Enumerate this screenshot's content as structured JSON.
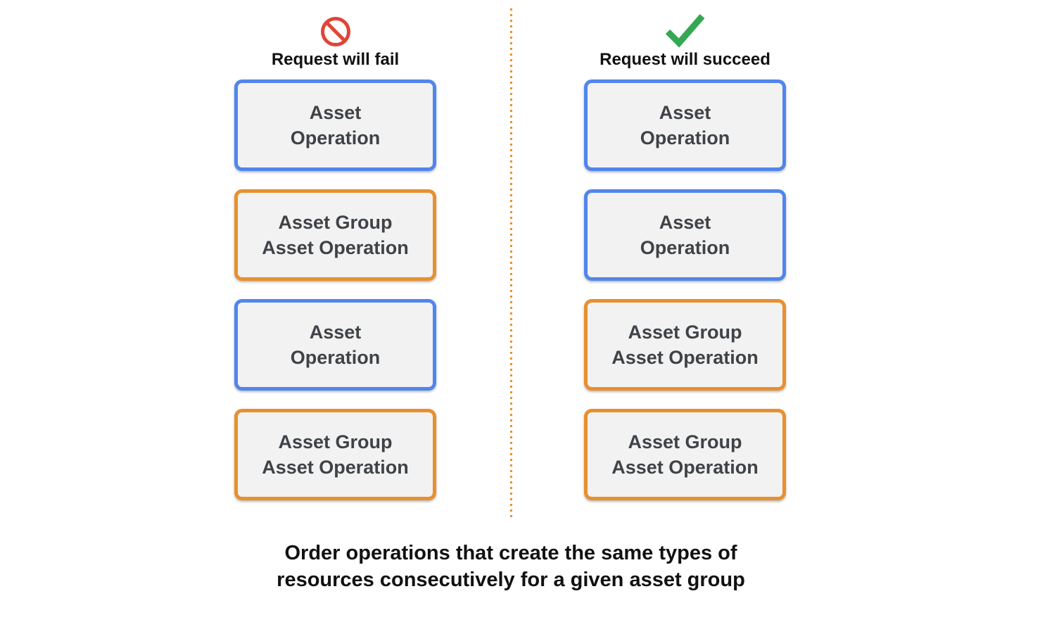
{
  "columns": {
    "fail": {
      "header": "Request will fail",
      "icon": "prohibited-icon",
      "boxes": [
        {
          "label": "Asset\nOperation",
          "type": "asset-operation",
          "border_color": "#5086EC"
        },
        {
          "label": "Asset Group\nAsset Operation",
          "type": "asset-group-asset-operation",
          "border_color": "#E8902E"
        },
        {
          "label": "Asset\nOperation",
          "type": "asset-operation",
          "border_color": "#5086EC"
        },
        {
          "label": "Asset Group\nAsset Operation",
          "type": "asset-group-asset-operation",
          "border_color": "#E8902E"
        }
      ]
    },
    "succeed": {
      "header": "Request will succeed",
      "icon": "checkmark-icon",
      "boxes": [
        {
          "label": "Asset\nOperation",
          "type": "asset-operation",
          "border_color": "#5086EC"
        },
        {
          "label": "Asset\nOperation",
          "type": "asset-operation",
          "border_color": "#5086EC"
        },
        {
          "label": "Asset Group\nAsset Operation",
          "type": "asset-group-asset-operation",
          "border_color": "#E8902E"
        },
        {
          "label": "Asset Group\nAsset Operation",
          "type": "asset-group-asset-operation",
          "border_color": "#E8902E"
        }
      ]
    }
  },
  "caption": "Order operations that create the same types of\nresources consecutively for a given asset group",
  "colors": {
    "blue_border": "#5086EC",
    "orange_border": "#E8902E",
    "box_background": "#F2F2F2",
    "box_text": "#3F4347",
    "fail_icon_red": "#E04537",
    "succeed_icon_green": "#34A853",
    "divider_orange": "#E8902E",
    "heading_text": "#111111"
  }
}
